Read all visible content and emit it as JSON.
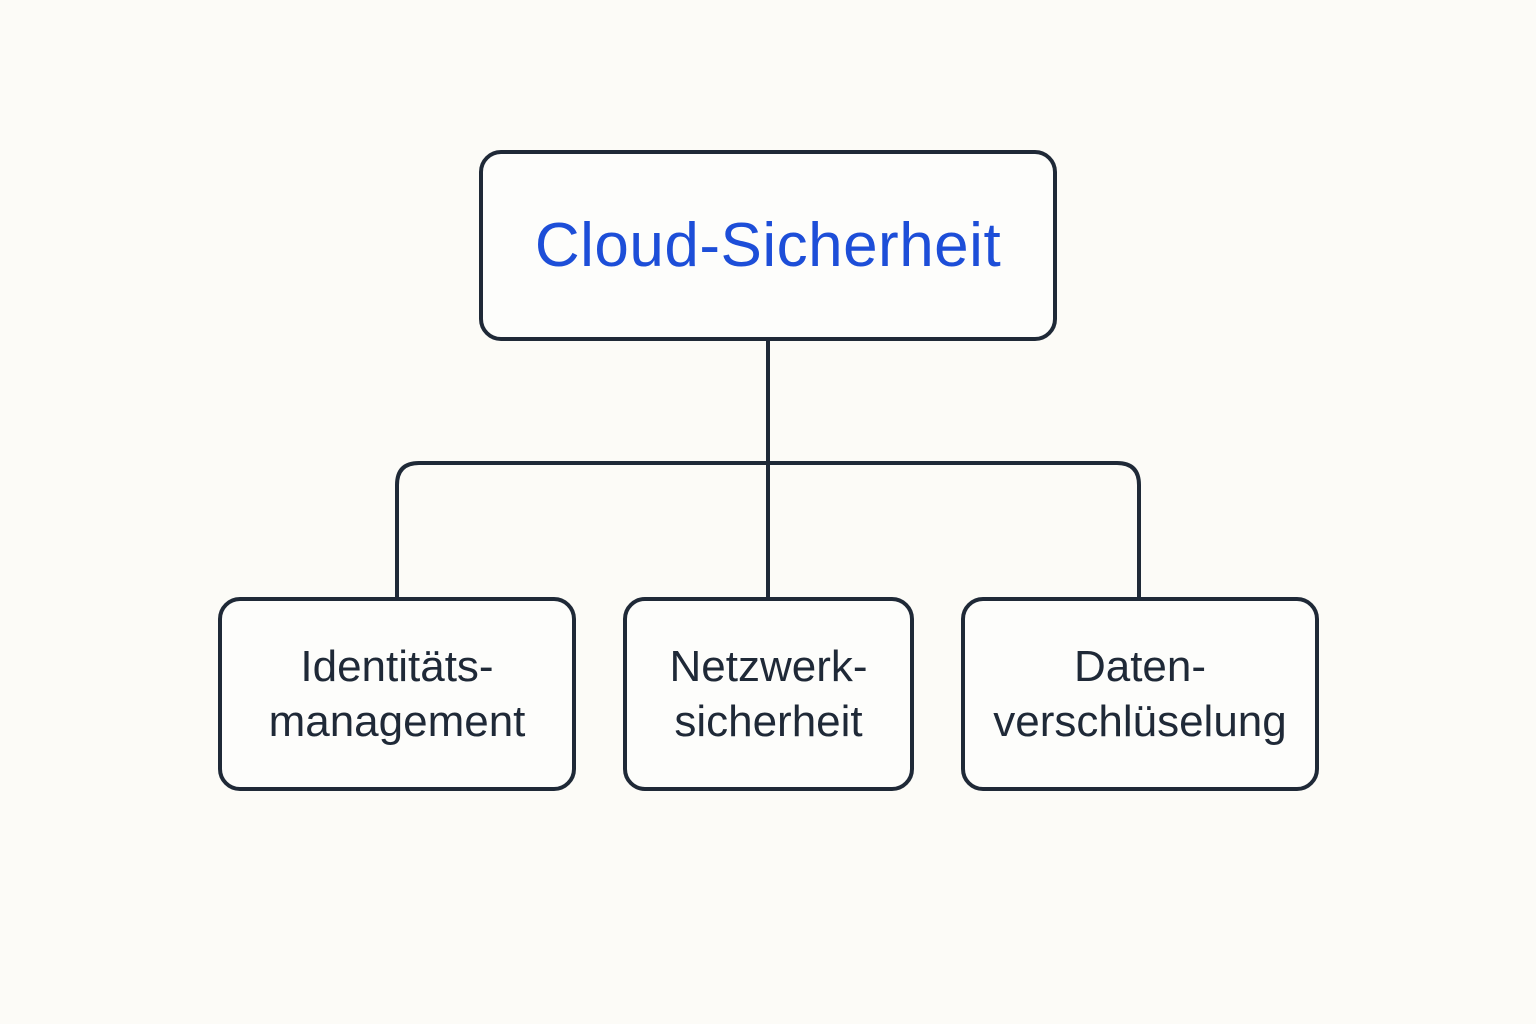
{
  "diagram": {
    "root": {
      "label": "Cloud-Sicherheit"
    },
    "children": [
      {
        "lines": [
          "Identitäts-",
          "management"
        ]
      },
      {
        "lines": [
          "Netzwerk-",
          "sicherheit"
        ]
      },
      {
        "lines": [
          "Daten-",
          "verschlüselung"
        ]
      }
    ]
  },
  "colors": {
    "background": "#fcfbf7",
    "outline": "#1f2937",
    "root_text": "#1d4ed8",
    "child_text": "#1f2937"
  }
}
